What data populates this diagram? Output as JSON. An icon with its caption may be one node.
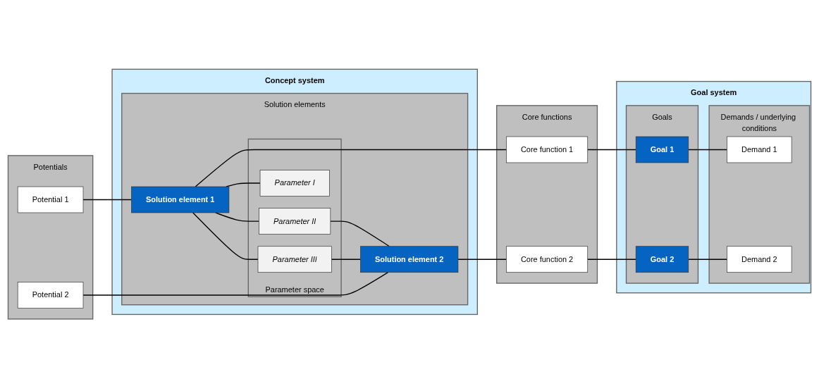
{
  "diagram": {
    "nodes": [
      {
        "text": [
          "Concept system"
        ]
      },
      {
        "text": [
          "Solution elements"
        ],
        "in": 0
      },
      {
        "text": [
          "Solution element 1"
        ],
        "in": 1
      },
      {
        "text": [
          "Parameter space"
        ],
        "in": 1
      },
      {
        "text": [
          "Parameter I"
        ],
        "in": 3
      },
      {
        "text": [
          "Parameter III"
        ],
        "in": 3
      },
      {
        "text": [
          "Parameter II"
        ],
        "in": 3
      },
      {
        "text": [
          "Solution element 2"
        ],
        "in": 1
      },
      {
        "text": [
          "Potentials"
        ]
      },
      {
        "text": [
          "Potential 1"
        ],
        "in": 8
      },
      {
        "text": [
          "Potential 2"
        ],
        "in": 8
      },
      {
        "text": [
          "Core functions"
        ]
      },
      {
        "text": [
          "Core function 1"
        ],
        "in": 11
      },
      {
        "text": [
          "Core function 2"
        ],
        "in": 11
      },
      {
        "text": [
          "Goal system"
        ]
      },
      {
        "text": [
          "Goals"
        ],
        "in": 14
      },
      {
        "text": [
          "Goal 1"
        ],
        "in": 15
      },
      {
        "text": [
          "Goal 2"
        ],
        "in": 15
      },
      {
        "text": [
          "Demands / underlying conditions"
        ],
        "in": 14
      },
      {
        "text": [
          "Demand 1"
        ],
        "in": 18
      },
      {
        "text": [
          "Demand 2"
        ],
        "in": 18
      }
    ],
    "edges": [
      {
        "from": 9,
        "to": 2,
        "arrow": "none"
      },
      {
        "from": 10,
        "to": 7,
        "arrow": "none"
      },
      {
        "from": 2,
        "to": 12,
        "arrow": "none"
      },
      {
        "from": 7,
        "to": 13,
        "arrow": "none"
      },
      {
        "from": 12,
        "to": 16,
        "arrow": "none"
      },
      {
        "from": 13,
        "to": 17,
        "arrow": "none"
      },
      {
        "from": 16,
        "to": 19,
        "arrow": "none"
      },
      {
        "from": 17,
        "to": 20,
        "arrow": "none"
      },
      {
        "from": 2,
        "to": 4,
        "arrow": "none"
      },
      {
        "from": 2,
        "to": 6,
        "arrow": "none"
      },
      {
        "from": 2,
        "to": 5,
        "arrow": "none"
      },
      {
        "from": 6,
        "to": 7,
        "arrow": "none"
      },
      {
        "from": 5,
        "to": 7,
        "arrow": "none"
      }
    ]
  }
}
